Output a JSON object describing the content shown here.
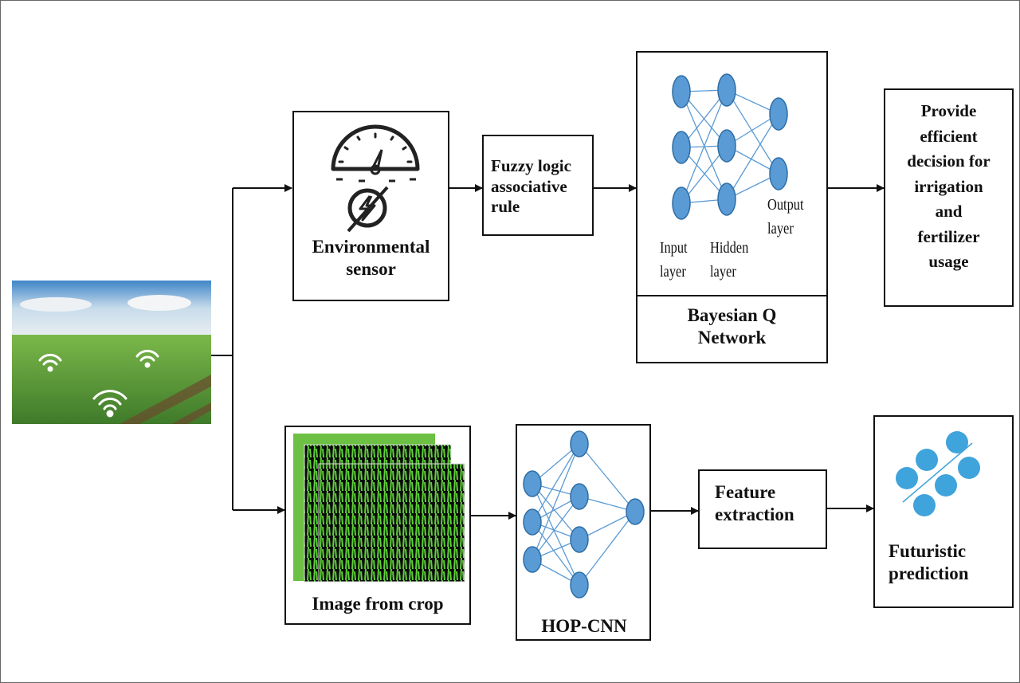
{
  "nodes": {
    "env_sensor": "Environmental sensor",
    "fuzzy": "Fuzzy logic associative rule",
    "bqn": {
      "title": "Bayesian Q Network",
      "input_layer": "Input layer",
      "hidden_layer": "Hidden layer",
      "output_layer": "Output layer"
    },
    "decision": "Provide efficient decision for irrigation and fertilizer usage",
    "crop_image": "Image from crop",
    "hop_cnn": "HOP-CNN",
    "feature": "Feature extraction",
    "prediction": "Futuristic prediction"
  },
  "icons": [
    "field-photo-with-wifi",
    "gauge-icon",
    "lightning-icon",
    "neural-network-icon",
    "cluster-dots-icon"
  ],
  "colors": {
    "node_fill": "#5b9bd5",
    "node_stroke": "#2e6da4",
    "dots": "#3fa3dc",
    "line": "#111111"
  }
}
